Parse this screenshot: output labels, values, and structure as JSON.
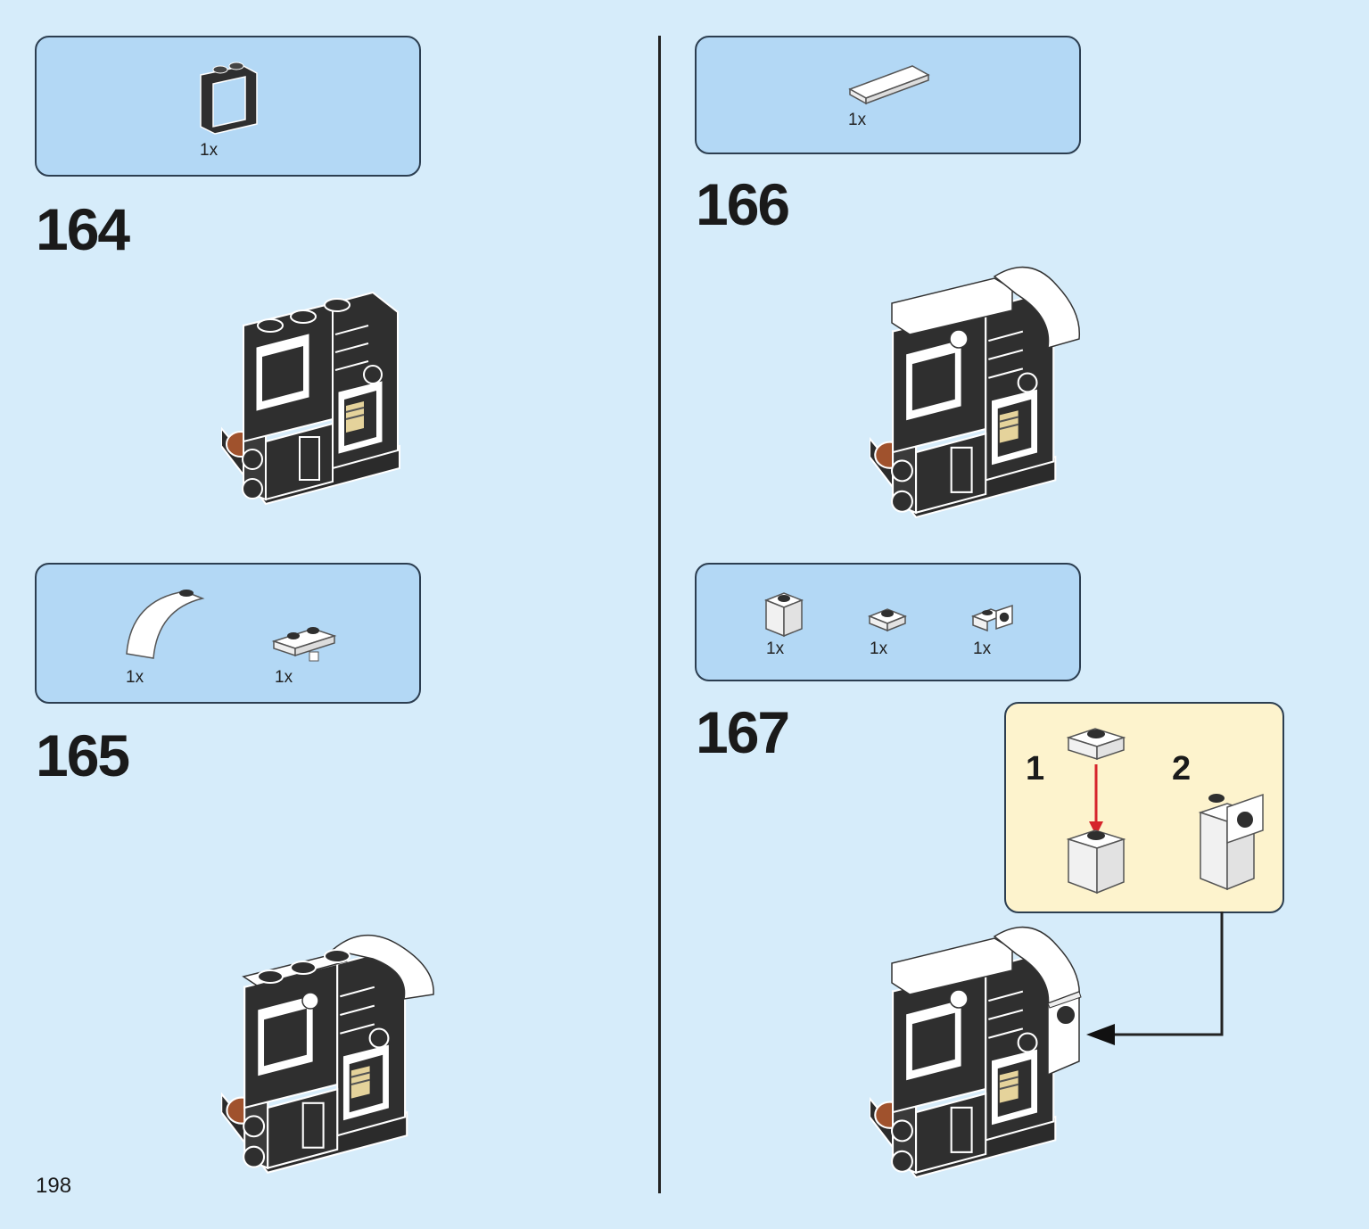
{
  "page_number": "198",
  "steps": [
    {
      "number": "164",
      "parts": [
        {
          "qty": "1x",
          "icon": "black-frame-1x2x2-icon"
        }
      ]
    },
    {
      "number": "165",
      "parts": [
        {
          "qty": "1x",
          "icon": "white-curved-slope-icon"
        },
        {
          "qty": "1x",
          "icon": "white-plate-clip-icon"
        }
      ]
    },
    {
      "number": "166",
      "parts": [
        {
          "qty": "1x",
          "icon": "white-tile-1x4-icon"
        }
      ]
    },
    {
      "number": "167",
      "parts": [
        {
          "qty": "1x",
          "icon": "white-brick-1x1-icon"
        },
        {
          "qty": "1x",
          "icon": "white-plate-1x1-icon"
        },
        {
          "qty": "1x",
          "icon": "white-bracket-icon"
        }
      ]
    }
  ],
  "callout": {
    "sub_steps": [
      "1",
      "2"
    ]
  },
  "colors": {
    "background": "#d6ecfa",
    "parts_box": "#b3d8f5",
    "callout": "#fdf3cd",
    "arrow_red": "#d6242b",
    "brick_black": "#2f2f2f"
  }
}
